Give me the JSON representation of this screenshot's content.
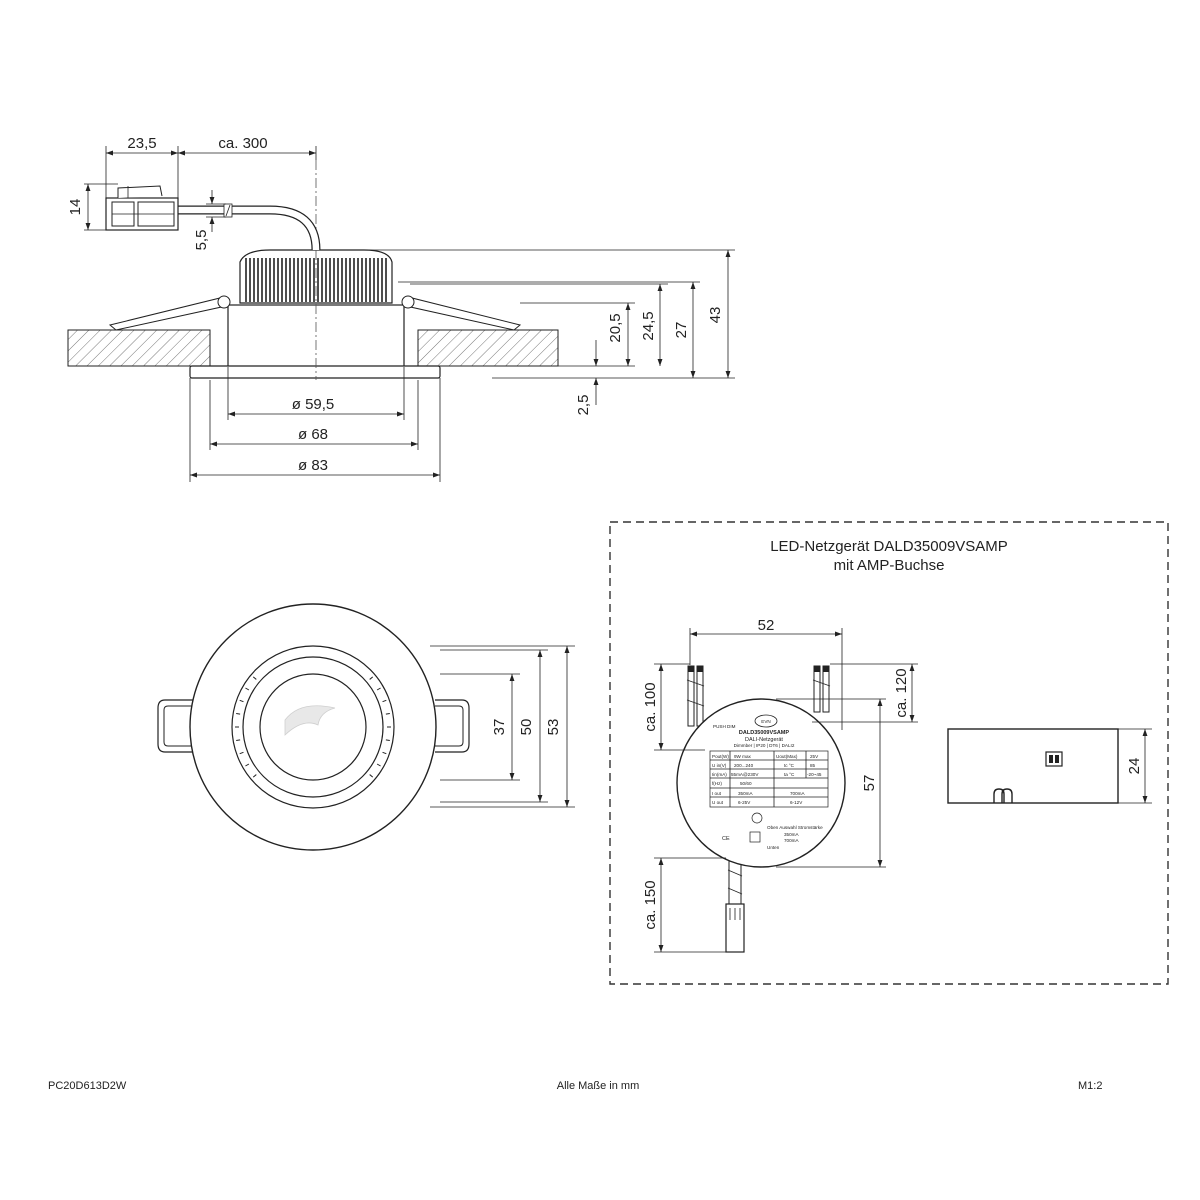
{
  "side_view": {
    "dim_connector": "23,5",
    "dim_cable": "ca. 300",
    "dim_connector_height": "14",
    "dim_cable_diameter": "5,5",
    "dim_h1": "20,5",
    "dim_h2": "24,5",
    "dim_h3": "27",
    "dim_h4": "43",
    "dim_flange": "2,5",
    "dim_d1": "ø 59,5",
    "dim_d2": "ø 68",
    "dim_d3": "ø 83"
  },
  "front_view": {
    "dim_a": "37",
    "dim_b": "50",
    "dim_c": "53"
  },
  "driver_box": {
    "title_line1": "LED-Netzgerät DALD35009VSAMP",
    "title_line2": "mit AMP-Buchse",
    "dim_width": "52",
    "dim_wire_in": "ca. 100",
    "dim_wire_out": "ca. 120",
    "dim_height": "57",
    "dim_bottom_wire": "ca. 150",
    "dim_depth": "24",
    "label": {
      "model": "DALD35009VSAMP",
      "type": "DALI-Netzgerät",
      "features": "Dimmber | IP20 | DT6 | DALI2",
      "row1_a": "Pout(W)",
      "row1_b": "9W max",
      "row1_c": "Uout(Max)",
      "row1_d": "25V",
      "row2_a": "U in(V)",
      "row2_b": "200...240",
      "row2_c": "tc °C",
      "row2_d": "85",
      "row3_a": "Iin(mA)",
      "row3_b": "55mA@230V",
      "row3_c": "ta °C",
      "row3_d": "-20~45",
      "row4_a": "f(Hz)",
      "row4_b": "50/60",
      "row5_a": "I out",
      "row5_b": "350mA",
      "row5_c": "700mA",
      "row6_a": "U out",
      "row6_b": "6-25V",
      "row6_c": "6-12V",
      "push_dim": "PUSH DIM",
      "select_title": "Oben  Auswahl Stromstärke",
      "select_350": "350mA",
      "select_700": "700mA",
      "select_bottom": "Unten",
      "ce": "CE"
    }
  },
  "footer": {
    "part_number": "PC20D613D2W",
    "note": "Alle Maße in mm",
    "scale": "M1:2"
  }
}
